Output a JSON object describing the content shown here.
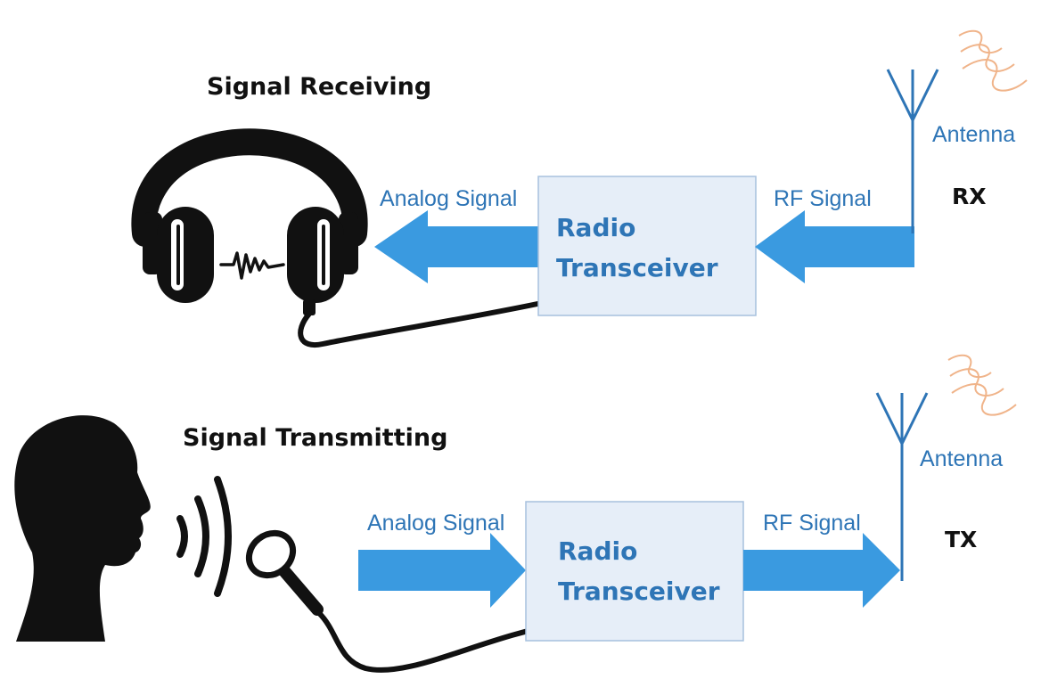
{
  "receive": {
    "title": "Signal Receiving",
    "analog_label": "Analog Signal",
    "box_line1": "Radio",
    "box_line2": "Transceiver",
    "rf_label": "RF Signal",
    "antenna_label": "Antenna",
    "mode": "RX"
  },
  "transmit": {
    "title": "Signal Transmitting",
    "analog_label": "Analog Signal",
    "box_line1": "Radio",
    "box_line2": "Transceiver",
    "rf_label": "RF Signal",
    "antenna_label": "Antenna",
    "mode": "TX"
  },
  "icons": {
    "receive_device": "headphones-icon",
    "transmit_source": "speaking-head-icon",
    "transmit_device": "microphone-icon",
    "antenna": "antenna-icon",
    "radio_waves": "radio-waves-icon"
  },
  "colors": {
    "arrow": "#3a9ae0",
    "label": "#2e75b6",
    "box_fill": "#e6eef8",
    "box_border": "#a7c1de",
    "waves": "#f0b48a"
  }
}
